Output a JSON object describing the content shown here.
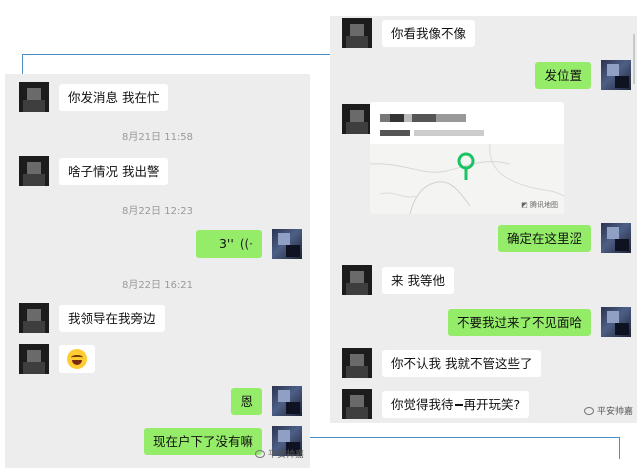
{
  "left_chat": {
    "messages": [
      {
        "side": "left",
        "text": "你发消息 我在忙"
      },
      {
        "type": "timestamp",
        "text": "8月21日 11:58"
      },
      {
        "side": "left",
        "text": "啥子情况 我出警"
      },
      {
        "type": "timestamp",
        "text": "8月22日 12:23"
      },
      {
        "side": "right",
        "type": "voice",
        "text": "3''"
      },
      {
        "type": "timestamp",
        "text": "8月22日 16:21"
      },
      {
        "side": "left",
        "text": "我领导在我旁边"
      },
      {
        "side": "left",
        "type": "emoji",
        "emoji": "laughing-crying-emoji"
      },
      {
        "side": "right",
        "text": "恩"
      },
      {
        "side": "right",
        "text": "现在户下了没有嘛"
      }
    ],
    "watermark": "平安帅嘉"
  },
  "right_chat": {
    "messages": [
      {
        "side": "left",
        "text": "你看我像不像"
      },
      {
        "side": "right",
        "text": "发位置"
      },
      {
        "side": "left",
        "type": "location",
        "map_label": "腾讯地图",
        "pin_color": "#19c463"
      },
      {
        "side": "right",
        "text": "确定在这里涩"
      },
      {
        "side": "left",
        "text": "来 我等他"
      },
      {
        "side": "right",
        "text": "不要我过来了不见面哈"
      },
      {
        "side": "left",
        "text": "你不认我 我就不管这些了"
      },
      {
        "side": "left",
        "text_before": "你觉得我待",
        "text_after": "再开玩笑?"
      }
    ],
    "watermark": "平安帅嘉"
  },
  "colors": {
    "panel_bg": "#ededed",
    "bubble_green": "#95ec69",
    "bubble_white": "#ffffff",
    "timestamp": "#9a9a9a",
    "connector": "#4a90c8"
  }
}
